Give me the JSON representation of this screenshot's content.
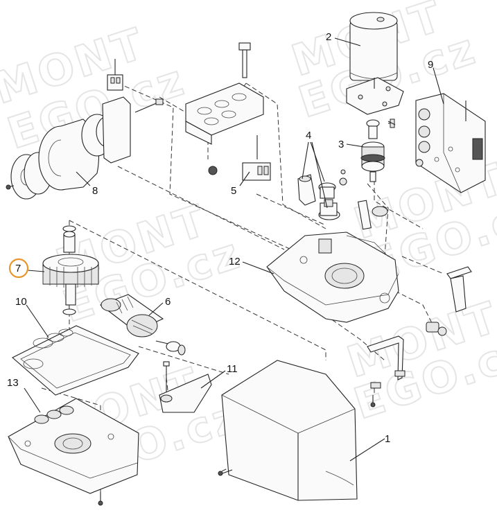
{
  "diagram": {
    "watermark": [
      "MONT",
      "EGO.cz"
    ],
    "callouts": [
      {
        "id": "1",
        "label": "1"
      },
      {
        "id": "2",
        "label": "2"
      },
      {
        "id": "3",
        "label": "3"
      },
      {
        "id": "4",
        "label": "4"
      },
      {
        "id": "5",
        "label": "5"
      },
      {
        "id": "6",
        "label": "6"
      },
      {
        "id": "7",
        "label": "7"
      },
      {
        "id": "8",
        "label": "8"
      },
      {
        "id": "9",
        "label": "9"
      },
      {
        "id": "10",
        "label": "10"
      },
      {
        "id": "11",
        "label": "11"
      },
      {
        "id": "12",
        "label": "12"
      },
      {
        "id": "13",
        "label": "13"
      }
    ],
    "highlight_color": "#e8962e",
    "line_color": "#222222"
  }
}
